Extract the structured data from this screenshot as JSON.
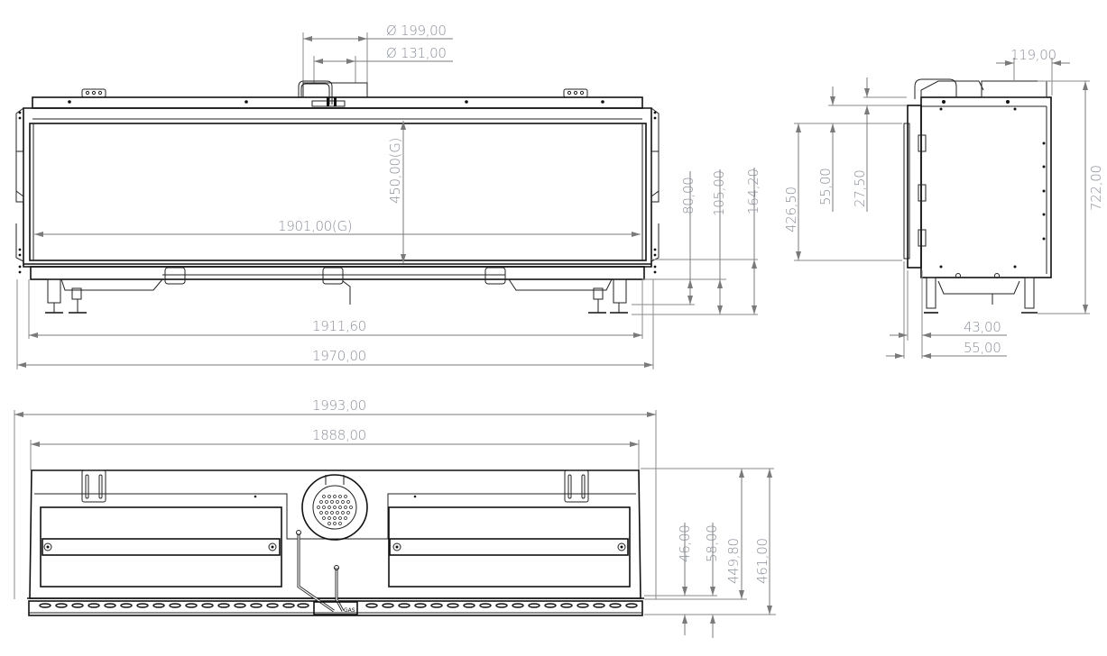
{
  "drawing": {
    "type": "technical dimension drawing",
    "units_decimal_separator": ",",
    "colors": {
      "dimension_text": "#8a8f99",
      "dimension_line": "#7a7a7a",
      "part_line": "#111111",
      "background": "#ffffff"
    }
  },
  "front_view": {
    "dimensions": {
      "flue_outer": "Ø 199,00",
      "flue_inner": "Ø 131,00",
      "glass_width": "1901,00(G)",
      "glass_height": "450,00(G)",
      "inner_width": "1911,60",
      "overall_width": "1970,00",
      "dim_80": "80,00",
      "dim_105": "105,00",
      "dim_164": "164,20"
    }
  },
  "side_view": {
    "dimensions": {
      "top_offset": "119,00",
      "overall_height": "722,00",
      "opening_height": "426,50",
      "dim_55_vertical": "55,00",
      "dim_27": "27,50",
      "dim_43": "43,00",
      "dim_55_horizontal": "55,00"
    }
  },
  "top_view": {
    "dimensions": {
      "overall_width": "1993,00",
      "inner_width": "1888,00",
      "dim_46": "46,00",
      "dim_58": "58,00",
      "depth_inner": "449,80",
      "depth_overall": "461,00"
    },
    "labels": {
      "connector_tag": "GAS"
    }
  }
}
